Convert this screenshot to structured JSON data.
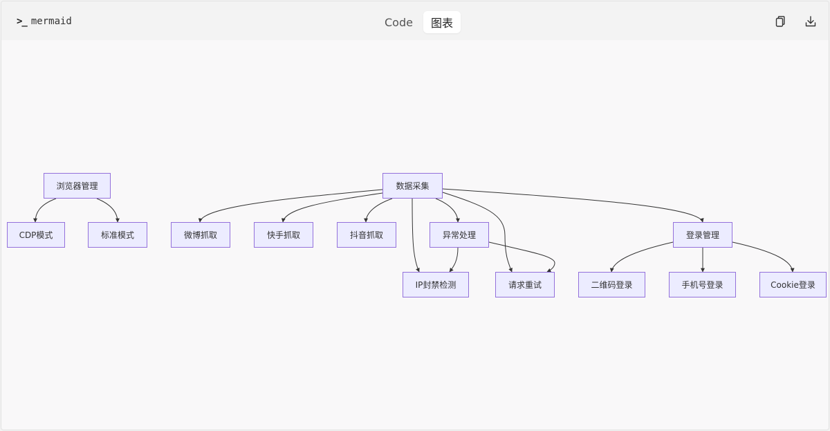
{
  "header": {
    "language": "mermaid",
    "tabs": [
      "Code",
      "图表"
    ],
    "active_tab": "图表",
    "actions": [
      {
        "name": "copy",
        "icon": "copy-icon"
      },
      {
        "name": "download",
        "icon": "download-icon"
      }
    ]
  },
  "diagram": {
    "type": "flowchart TD",
    "colors": {
      "node_fill": "#ECECFF",
      "node_border": "#9370DB",
      "edge": "#333333",
      "background": "#F9F8F9"
    },
    "nodes": {
      "browser": "浏览器管理",
      "cdp": "CDP模式",
      "standard": "标准模式",
      "collect": "数据采集",
      "weibo": "微博抓取",
      "kuaishou": "快手抓取",
      "douyin": "抖音抓取",
      "exception": "异常处理",
      "login": "登录管理",
      "ipban": "IP封禁检测",
      "retry": "请求重试",
      "qrcode": "二维码登录",
      "phone": "手机号登录",
      "cookie": "Cookie登录"
    },
    "edges": [
      [
        "browser",
        "cdp"
      ],
      [
        "browser",
        "standard"
      ],
      [
        "collect",
        "weibo"
      ],
      [
        "collect",
        "kuaishou"
      ],
      [
        "collect",
        "douyin"
      ],
      [
        "collect",
        "exception"
      ],
      [
        "collect",
        "ipban"
      ],
      [
        "collect",
        "retry"
      ],
      [
        "collect",
        "login"
      ],
      [
        "exception",
        "ipban"
      ],
      [
        "exception",
        "retry"
      ],
      [
        "login",
        "qrcode"
      ],
      [
        "login",
        "phone"
      ],
      [
        "login",
        "cookie"
      ]
    ]
  }
}
